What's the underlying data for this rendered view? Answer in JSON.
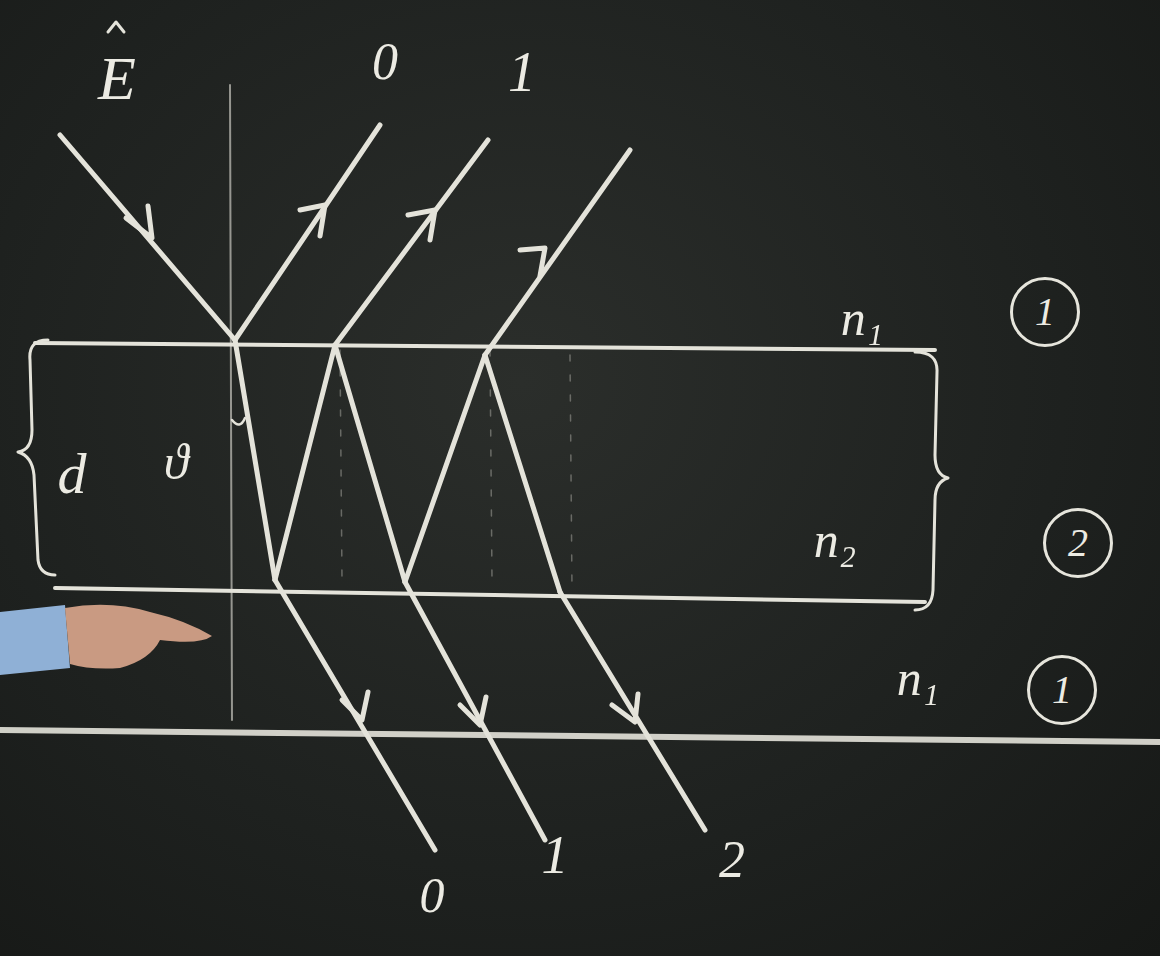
{
  "diagram": {
    "nodes": [
      {
        "text": [
          "1"
        ]
      },
      {
        "text": [
          "2"
        ]
      },
      {
        "text": [
          "1"
        ]
      }
    ],
    "labels": [
      "E",
      "0",
      "1",
      "n₁",
      "d",
      "ϑ",
      "n₂",
      "n₁",
      "0",
      "1",
      "2"
    ]
  }
}
